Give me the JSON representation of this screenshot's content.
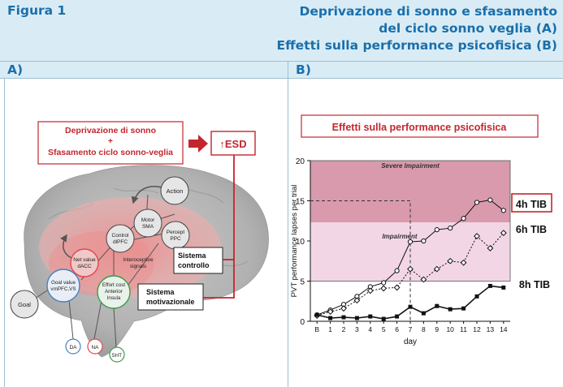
{
  "header": {
    "figure_label": "Figura 1",
    "title_lines": [
      "Deprivazione di sonno e sfasamento",
      "del ciclo sonno veglia (A)",
      "Effetti sulla performance psicofisica (B)"
    ]
  },
  "panels": {
    "a_label": "A)",
    "b_label": "B)"
  },
  "panel_a": {
    "cause_line1": "Deprivazione di sonno",
    "cause_plus": "+",
    "cause_line2": "Sfasamento ciclo sonno-veglia",
    "effect": "↑ESD",
    "nodes": {
      "action": "Action",
      "motor1": "Motor",
      "motor2": "SMA",
      "control1": "Control",
      "control2": "dlPFC",
      "percept1": "Percept",
      "percept2": "PPC",
      "netvalue1": "Net value",
      "netvalue2": "dACC",
      "intero1": "Interoceptive",
      "intero2": "signals",
      "goalvalue1": "Goal value",
      "goalvalue2": "vmPFC,VS",
      "effort1": "Effort cost",
      "effort2": "Anterior",
      "effort3": "Insula",
      "goal": "Goal",
      "da": "DA",
      "na": "NA",
      "sht": "5HT"
    },
    "box_control1": "Sistema",
    "box_control2": "controllo",
    "box_motiv1": "Sistema",
    "box_motiv2": "motivazionale",
    "colors": {
      "red": "#c4262e",
      "netvalue": "#e0474c",
      "goalvalue": "#4a7fc1",
      "effort": "#3d9a4b"
    }
  },
  "panel_b": {
    "title": "Effetti sulla performance psicofisica",
    "band_severe": "Severe Impairment",
    "band_impairment": "Impairment",
    "label_4h": "4h TIB",
    "label_6h": "6h TIB",
    "label_8h": "8h TIB",
    "colors": {
      "severe_band": "#d99aae",
      "impairment_band": "#f2d6e6",
      "title_box_border": "#c4262e",
      "title_text": "#c4262e"
    }
  },
  "chart_data": {
    "type": "line",
    "x": [
      "B",
      "1",
      "2",
      "3",
      "4",
      "5",
      "6",
      "7",
      "8",
      "9",
      "10",
      "11",
      "12",
      "13",
      "14"
    ],
    "xlabel": "day",
    "ylabel": "PVT performance lapses per trial",
    "ylim": [
      0,
      20
    ],
    "yticks": [
      0,
      5,
      10,
      15,
      20
    ],
    "grid": false,
    "reference": {
      "x": "7",
      "y": 15,
      "style": "dashed"
    },
    "series": [
      {
        "name": "4h TIB",
        "marker": "open-circle",
        "line": "solid",
        "values": [
          0.8,
          1.4,
          2.1,
          3.1,
          4.3,
          4.8,
          6.3,
          9.9,
          10.0,
          11.4,
          11.6,
          12.8,
          14.8,
          15.1,
          13.8
        ]
      },
      {
        "name": "6h TIB",
        "marker": "open-diamond",
        "line": "dotted",
        "values": [
          0.7,
          1.2,
          1.6,
          2.6,
          3.8,
          4.1,
          4.2,
          6.5,
          5.2,
          6.5,
          7.5,
          7.3,
          10.6,
          9.1,
          11.0
        ]
      },
      {
        "name": "8h TIB",
        "marker": "filled-square",
        "line": "solid",
        "values": [
          0.8,
          0.4,
          0.5,
          0.4,
          0.6,
          0.3,
          0.6,
          1.8,
          1.0,
          1.9,
          1.5,
          1.6,
          3.1,
          4.4,
          4.2
        ]
      }
    ]
  }
}
